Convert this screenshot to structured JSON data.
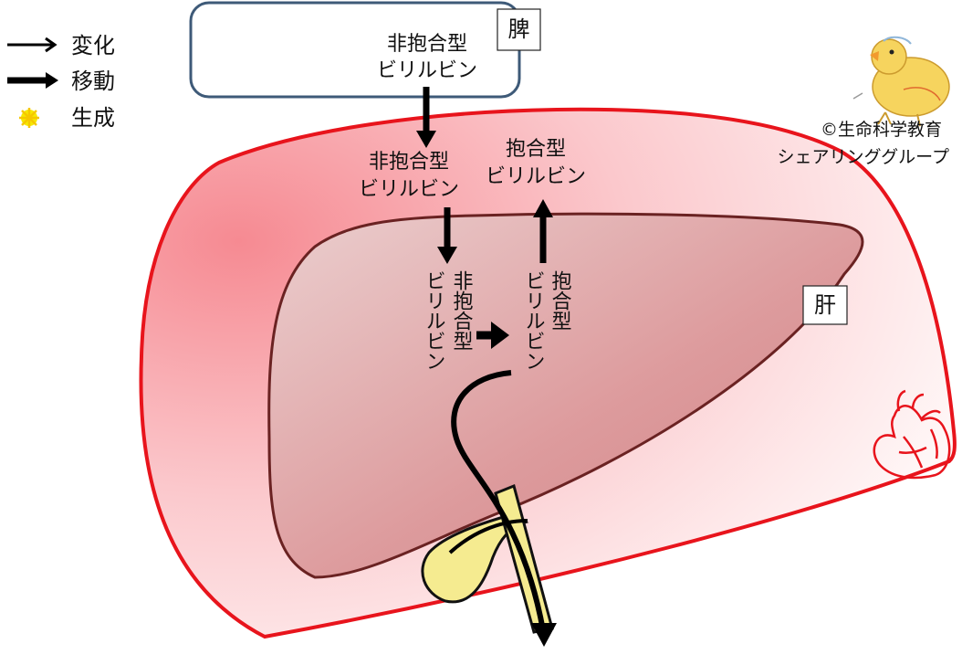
{
  "legend": {
    "change_label": "変化",
    "move_label": "移動",
    "produce_label": "生成"
  },
  "spleen": {
    "tag": "脾",
    "line1": "非抱合型",
    "line2": "ビリルビン"
  },
  "blood": {
    "unconjugated_line1": "非抱合型",
    "unconjugated_line2": "ビリルビン",
    "conjugated_line1": "抱合型",
    "conjugated_line2": "ビリルビン"
  },
  "liver": {
    "tag": "肝",
    "unconjugated_col1": "ビリルビン",
    "unconjugated_col2": "非抱合型",
    "conjugated_col1": "ビリルビン",
    "conjugated_col2": "抱合型"
  },
  "credit": {
    "line1": "©生命科学教育",
    "line2": "シェアリンググループ"
  },
  "colors": {
    "liver_outline": "#e8141c",
    "liver_fill": "#fbd3d6",
    "hepatocyte_fill": "#d98f92",
    "hepatocyte_outline": "#6a2222",
    "gallbladder": "#f5eb90",
    "arrow": "#000000",
    "spleen_border": "#3e5a78"
  },
  "icons": {
    "legend_produce": "sparkle-icon",
    "heart": "heart-icon",
    "mascot": "chick-icon"
  }
}
